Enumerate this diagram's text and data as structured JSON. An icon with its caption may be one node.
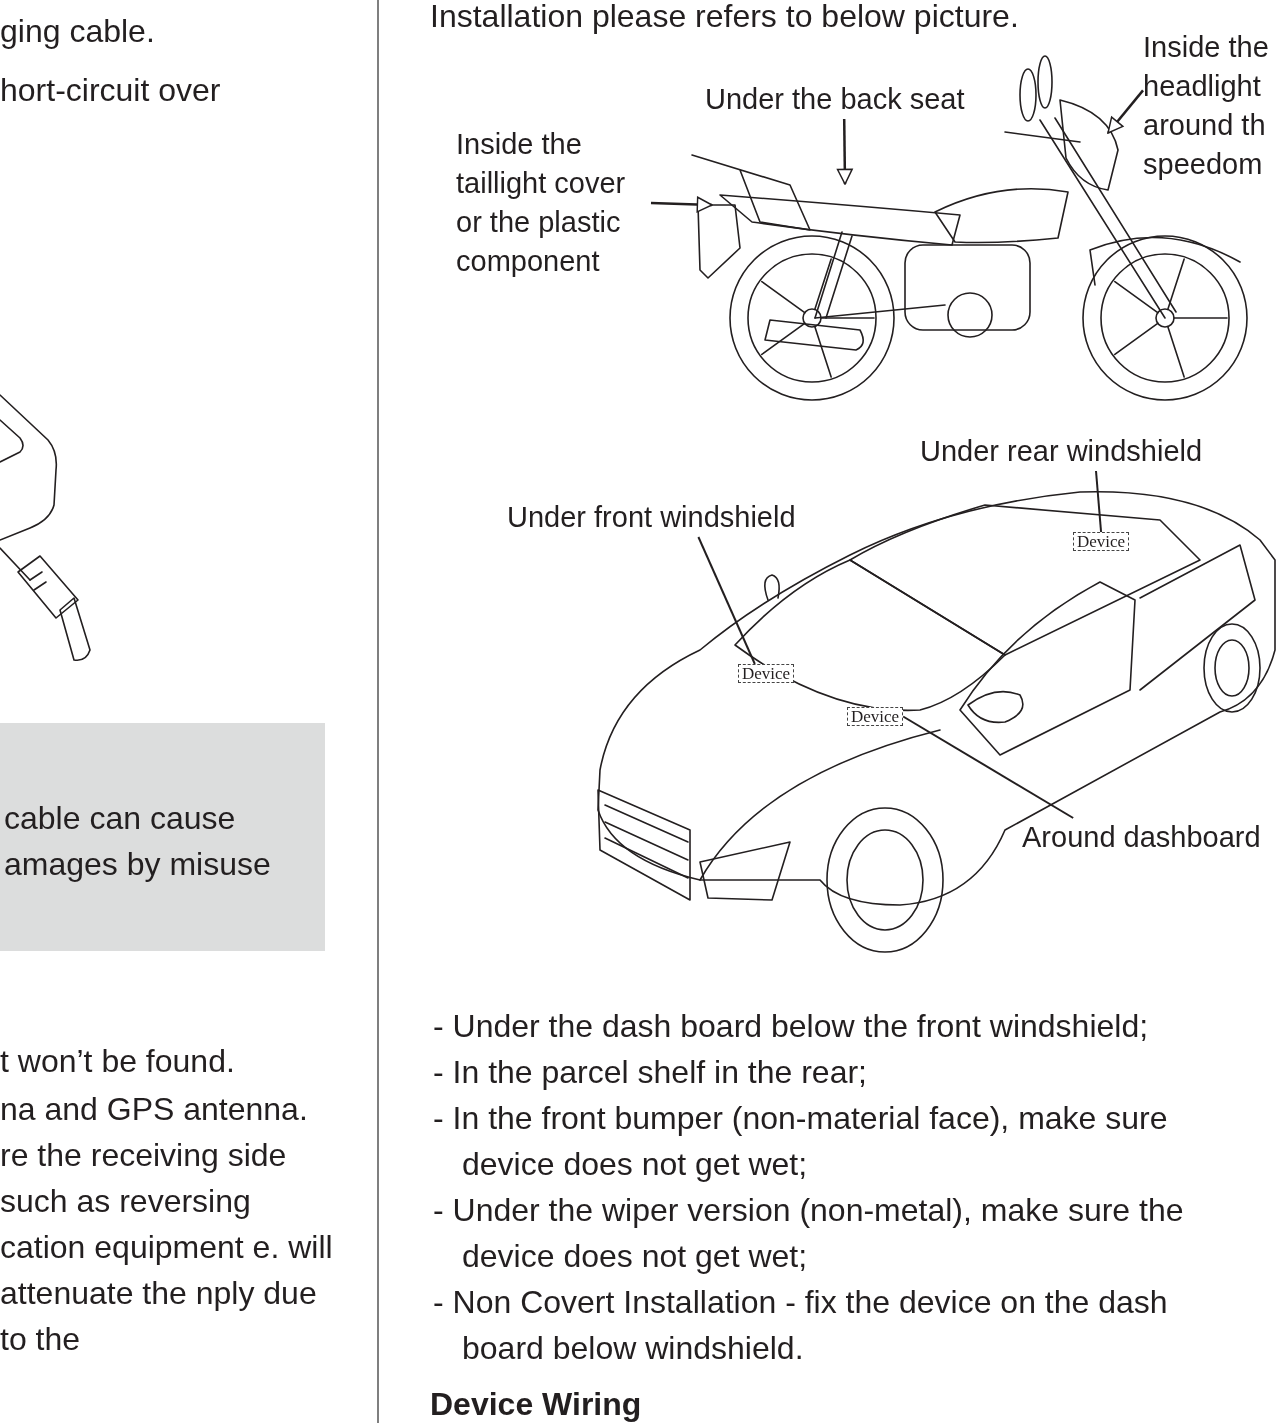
{
  "diagram": {
    "nodes": [
      {
        "text": [
          "cable can cause amages by misuse"
        ]
      },
      {
        "text": [
          "Inside the taillight cover or the plastic component"
        ]
      },
      {
        "text": [
          "Under the back seat"
        ]
      },
      {
        "text": [
          "Inside the headlight around th speedom"
        ]
      },
      {
        "text": [
          "Under rear windshield"
        ]
      },
      {
        "text": [
          "Device"
        ]
      },
      {
        "text": [
          "Under front windshield"
        ]
      },
      {
        "text": [
          "Device"
        ]
      },
      {
        "text": [
          "Device"
        ]
      },
      {
        "text": [
          "Around dashboard"
        ]
      }
    ],
    "edges": [
      {
        "from": 1,
        "to": null,
        "arrow": "to"
      },
      {
        "from": 2,
        "to": null,
        "arrow": "to"
      },
      {
        "from": 3,
        "to": null,
        "arrow": "to"
      },
      {
        "from": 4,
        "to": 5,
        "arrow": "none"
      },
      {
        "from": 6,
        "to": 7,
        "arrow": "none"
      },
      {
        "from": 9,
        "to": 8,
        "arrow": "none"
      }
    ],
    "labels": [
      "ging cable.",
      "hort-circuit over",
      "t won’t be found.",
      "na and GPS antenna. re the receiving side such as reversing cation equipment e. will attenuate the nply due to the",
      "Installation please refers to below picture.",
      "- Under the dash board below the front windshield;",
      "- In the parcel shelf in the rear;",
      "- In the front bumper (non-material face), make sure device does not get wet;",
      "- Under the wiper version (non-metal), make sure the device does not get wet;",
      "- Non Covert Installation - fix the device on the dash board below windshield.",
      "Device Wiring"
    ]
  }
}
